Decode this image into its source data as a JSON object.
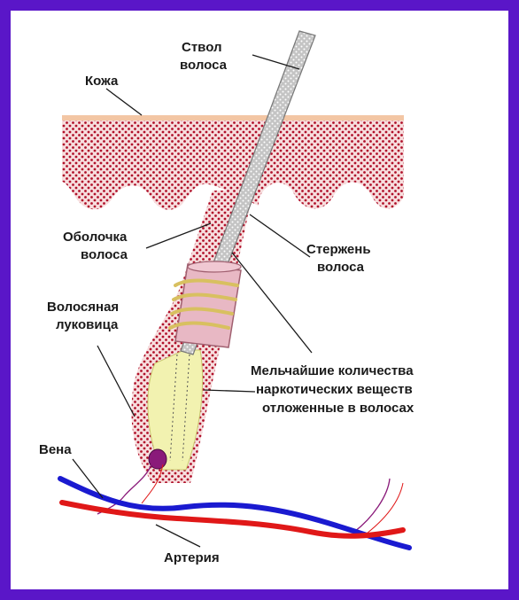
{
  "colors": {
    "border": "#5a16c8",
    "skin_surface": "#f3c6a4",
    "tissue": "#f0d0d0",
    "dots": "#b0102a",
    "shaft": "#c9c9c9",
    "sheath_band": "#e8b8c4",
    "bulb_inner": "#f2f2b0",
    "papilla": "#8a1a7a",
    "vein": "#1a1ad0",
    "artery": "#e01818"
  },
  "labels": {
    "stvol_line1": "Ствол",
    "stvol_line2": "волоса",
    "kozha": "Кожа",
    "obolochka_line1": "Оболочка",
    "obolochka_line2": "волоса",
    "sterzhen_line1": "Стержень",
    "sterzhen_line2": "волоса",
    "lukovitsa_line1": "Волосяная",
    "lukovitsa_line2": "луковица",
    "narko_line1": "Мельчайшие количества",
    "narko_line2": "наркотических веществ",
    "narko_line3": "отложенные в волосах",
    "vena": "Вена",
    "arteriya": "Артерия"
  }
}
